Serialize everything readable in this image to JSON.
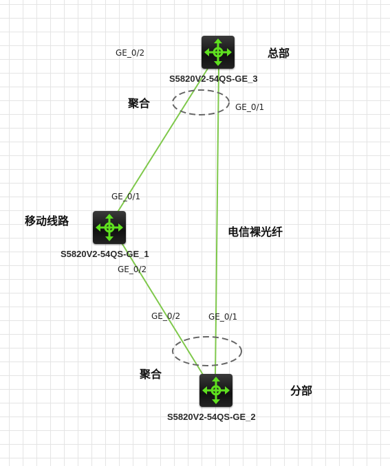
{
  "devices": [
    {
      "id": "sw3",
      "label": "S5820V2-54QS-GE_3",
      "site": "总部"
    },
    {
      "id": "sw1",
      "label": "S5820V2-54QS-GE_1",
      "site": "移动线路"
    },
    {
      "id": "sw2",
      "label": "S5820V2-54QS-GE_2",
      "site": "分部"
    }
  ],
  "links": [
    {
      "from": "sw3",
      "to": "sw1",
      "from_port": "GE_0/2",
      "to_port": "GE_0/1"
    },
    {
      "from": "sw3",
      "to": "sw2",
      "from_port": "GE_0/1",
      "to_port": "GE_0/1",
      "label": "电信裸光纤"
    },
    {
      "from": "sw1",
      "to": "sw2",
      "from_port": "GE_0/2",
      "to_port": "GE_0/2"
    }
  ],
  "aggregations": [
    {
      "label": "聚合"
    },
    {
      "label": "聚合"
    }
  ],
  "colors": {
    "link": "#7ec84a",
    "switch_icon": "#5fe01f",
    "switch_body": "#1a1a1a",
    "aggregation_ring": "#666666",
    "grid": "#e4e4e4"
  },
  "icon": "switch-arrows-icon"
}
